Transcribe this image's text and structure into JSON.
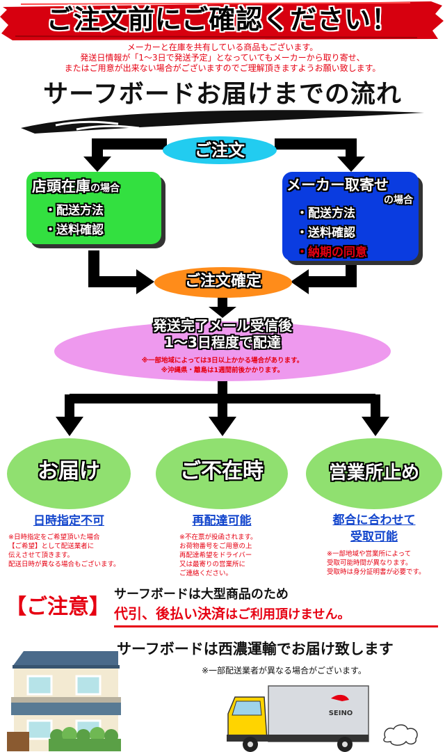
{
  "banner": {
    "title": "ご注文前にご確認ください！"
  },
  "notice": {
    "line1": "メーカーと在庫を共有している商品もございます。",
    "line2": "発送日情報が「1〜3日で発送予定」となっていてもメーカーから取り寄せ、",
    "line3": "またはご用意が出来ない場合がございますのでご理解頂きますようお願い致します。"
  },
  "flow": {
    "heading": "サーフボードお届けまでの流れ",
    "order": "ご注文",
    "store": {
      "title": "店頭在庫",
      "suffix": "の場合",
      "items": [
        "・配送方法",
        "・送料確認"
      ]
    },
    "maker": {
      "title": "メーカー取寄せ",
      "suffix": "の場合",
      "items": [
        "・配送方法",
        "・送料確認"
      ],
      "highlight": "・納期の同意"
    },
    "confirm": "ご注文確定",
    "shipping": {
      "line1": "発送完了メール受信後",
      "line2": "1〜3日程度で配達",
      "note1": "※一部地域によっては3日以上かかる場合があります。",
      "note2": "※沖縄県・離島は1週間前後かかります。"
    }
  },
  "outcomes": [
    {
      "title": "お届け",
      "label": "日時指定不可",
      "notes": [
        "※日時指定をご希望頂いた場合",
        "【ご希望】として配送業者に",
        "伝えさせて頂きます。",
        "配送日時が異なる場合もございます。"
      ]
    },
    {
      "title": "ご不在時",
      "label": "再配達可能",
      "notes": [
        "※不在票が投函されます。",
        "お荷物番号をご用意の上",
        "再配達希望をドライバー",
        "又は最寄りの営業所に",
        "ご連絡ください。"
      ]
    },
    {
      "title": "営業所止め",
      "label": "都合に合わせて",
      "label2": "受取可能",
      "notes": [
        "※一部地域や営業所によって",
        "受取可能時間が異なります。",
        "受取時は身分証明書が必要です。"
      ]
    }
  ],
  "caution": {
    "badge": "【ご注意】",
    "line1": "サーフボードは大型商品のため",
    "line2_red": "代引、後払い決済",
    "line2_rest": "はご利用頂けません。"
  },
  "carrier": {
    "line1": "サーフボードは西濃運輸でお届け致します",
    "note": "※一部配送業者が異なる場合がございます。",
    "truck_logo": "SEINO"
  },
  "colors": {
    "banner_red": "#d7000f",
    "order_cyan": "#22ccf0",
    "store_green": "#33e040",
    "maker_blue": "#0a3ce0",
    "confirm_orange": "#ff8c1a",
    "pink_ellipse": "#ee99ee",
    "circle_green": "#90e070",
    "text_red": "#e60012",
    "text_blue": "#1144cc"
  }
}
